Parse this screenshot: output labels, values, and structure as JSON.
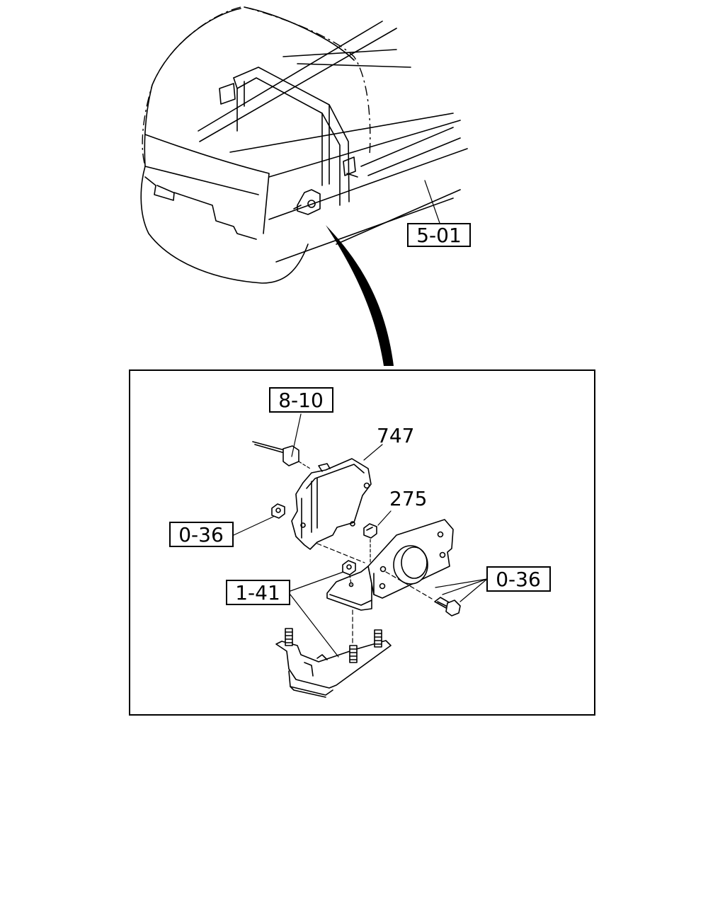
{
  "labels": {
    "overview_ref": "5-01",
    "connector_ref": "8-10",
    "module_part": "747",
    "nut_part": "275",
    "left_nut_ref": "0-36",
    "bolt_ref": "0-36",
    "bracket_ref": "1-41"
  }
}
